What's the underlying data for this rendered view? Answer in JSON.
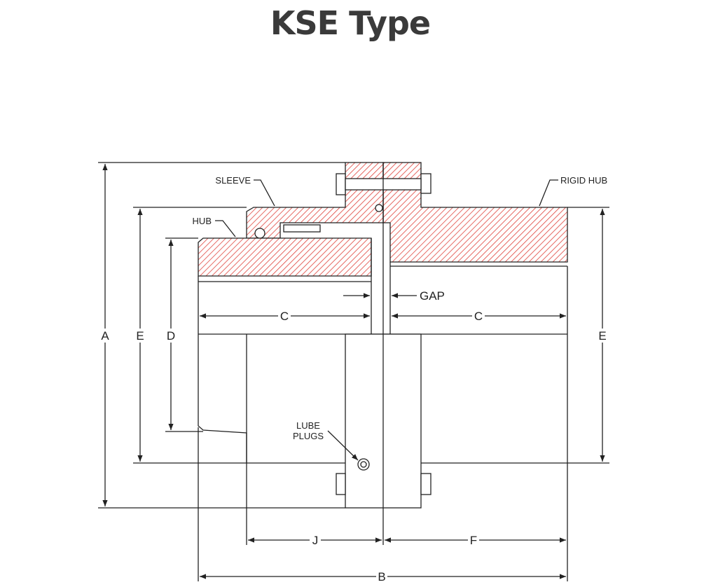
{
  "title": "KSE Type",
  "parts": {
    "sleeve": "SLEEVE",
    "rigid_hub": "RIGID HUB",
    "hub": "HUB",
    "gap": "GAP",
    "lube_plugs": [
      "LUBE",
      "PLUGS"
    ]
  },
  "dimensions": {
    "a": "A",
    "b": "B",
    "c_left": "C",
    "c_right": "C",
    "d": "D",
    "e_left": "E",
    "e_right": "E",
    "f": "F",
    "j": "J"
  },
  "colors": {
    "hatch": "#e0443c",
    "line": "#222222",
    "title": "#3a3a3a"
  }
}
